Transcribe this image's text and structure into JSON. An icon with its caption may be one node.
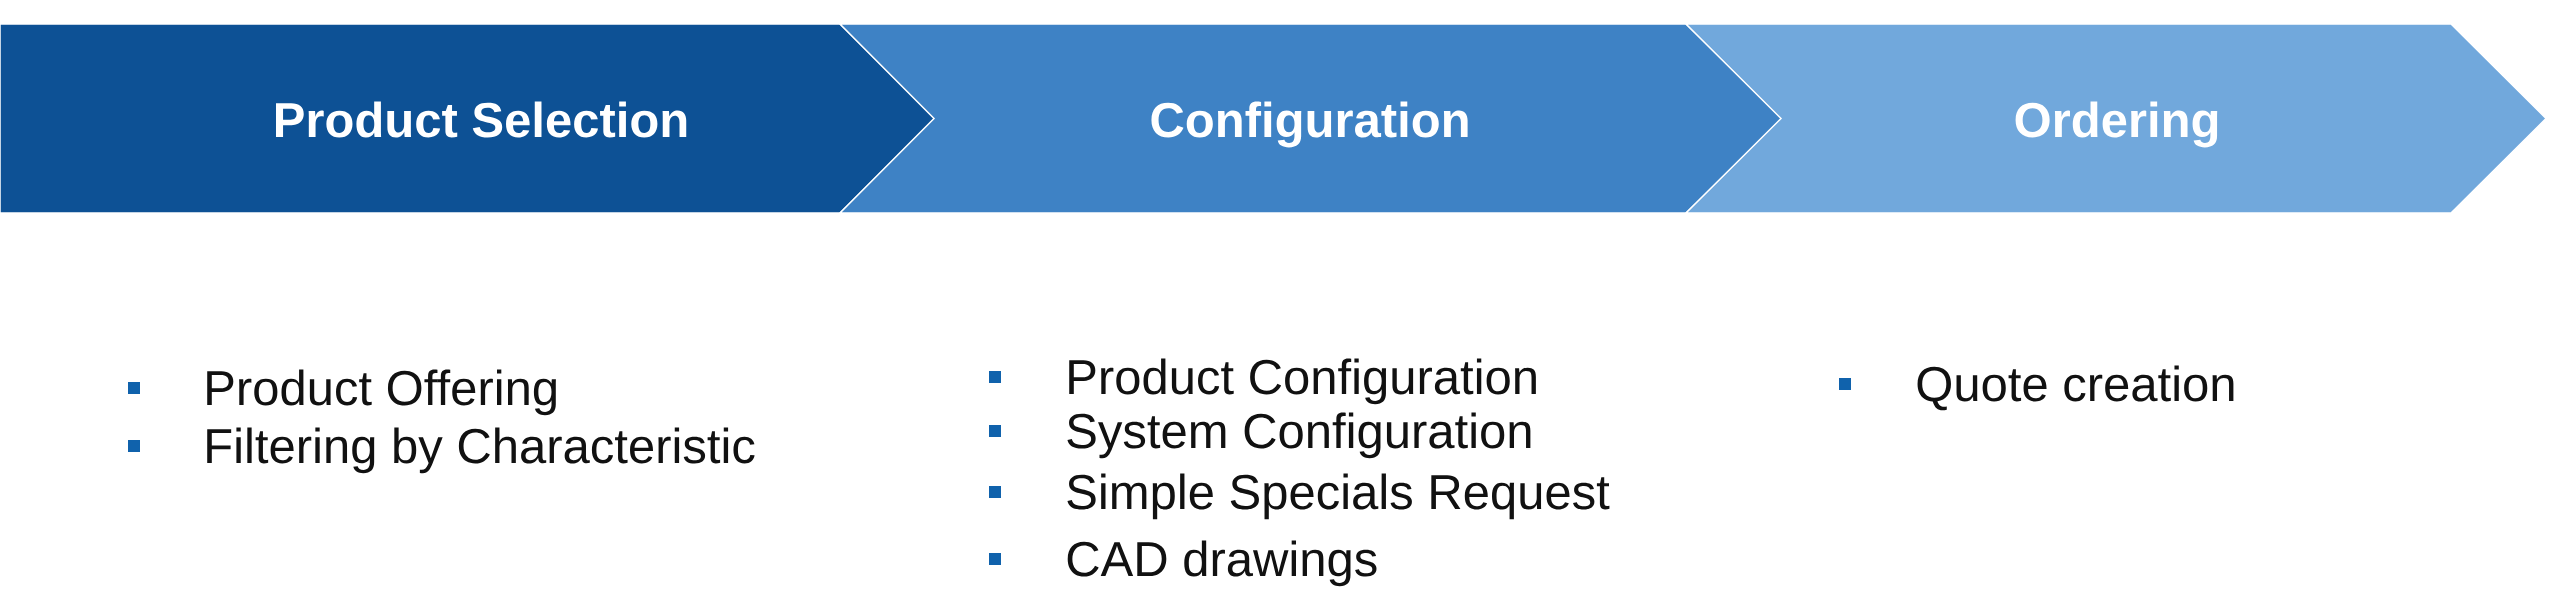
{
  "diagram": {
    "nodes": [
      {
        "text": [
          "Product Selection"
        ],
        "beside": [
          "Product Offering",
          "Filtering by Characteristic"
        ]
      },
      {
        "text": [
          "Configuration"
        ],
        "beside": [
          "Product Configuration",
          "System Configuration",
          "Simple Specials Request",
          "CAD drawings"
        ]
      },
      {
        "text": [
          "Ordering"
        ],
        "beside": [
          "Quote creation"
        ]
      }
    ]
  }
}
